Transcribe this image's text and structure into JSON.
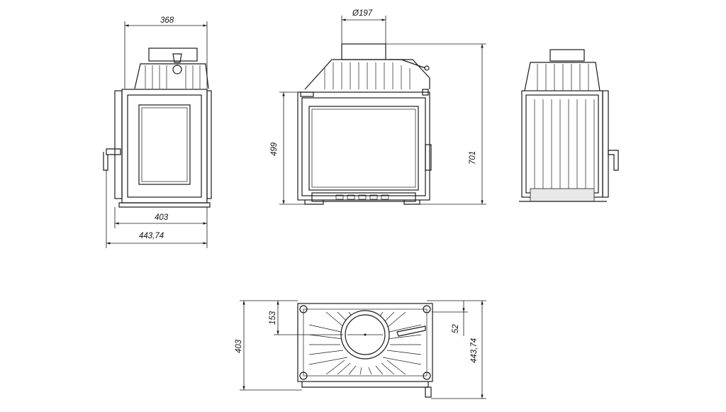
{
  "dimensions": {
    "side_top_width": "368",
    "side_body_width": "403",
    "side_total_width": "443,74",
    "front_flue_diameter": "Ø197",
    "front_height": "499",
    "front_total_height": "701",
    "bottom_depth": "403",
    "bottom_flue_offset": "153",
    "bottom_right_offset": "52",
    "bottom_total_depth": "443,74"
  },
  "colors": {
    "line": "#1a1a1a",
    "background": "#ffffff"
  }
}
